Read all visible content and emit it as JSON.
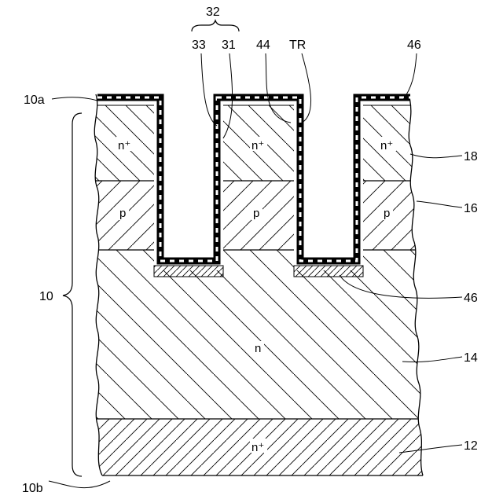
{
  "labels": {
    "ref_32": "32",
    "ref_33": "33",
    "ref_31": "31",
    "ref_44": "44",
    "ref_tr": "TR",
    "ref_46_top": "46",
    "ref_10a": "10a",
    "ref_18": "18",
    "ref_16": "16",
    "ref_10": "10",
    "ref_46_bottom": "46",
    "ref_14": "14",
    "ref_12": "12",
    "ref_10b": "10b"
  },
  "regions": {
    "n_plus_left": "n⁺",
    "n_plus_middle": "n⁺",
    "n_plus_right": "n⁺",
    "p_left": "p",
    "p_middle": "p",
    "p_right": "p",
    "n_drift": "n",
    "n_plus_substrate": "n⁺"
  }
}
